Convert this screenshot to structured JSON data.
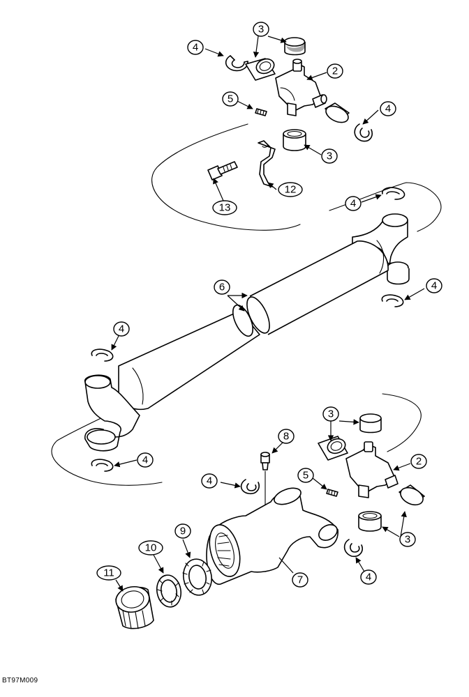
{
  "figure": {
    "id_label": "BT97M009"
  },
  "callouts": {
    "c3a": "3",
    "c4a": "4",
    "c2a": "2",
    "c5a": "5",
    "c4b": "4",
    "c3b": "3",
    "c12": "12",
    "c13": "13",
    "c4c": "4",
    "c6": "6",
    "c4d": "4",
    "c4e": "4",
    "c4f": "4",
    "c3c": "3",
    "c8": "8",
    "c2b": "2",
    "c5b": "5",
    "c4g": "4",
    "c9": "9",
    "c10": "10",
    "c11": "11",
    "c7": "7",
    "c3d": "3",
    "c4h": "4"
  }
}
